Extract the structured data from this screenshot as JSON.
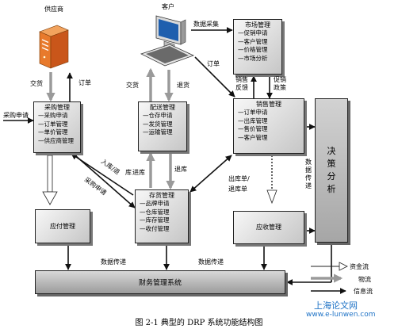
{
  "actors": {
    "supplier": "供应商",
    "customer": "客户"
  },
  "modules": {
    "purchase": {
      "title": "采购管理",
      "items": [
        "采购申请",
        "订单管理",
        "单价管理",
        "供应商管理"
      ]
    },
    "delivery": {
      "title": "配送管理",
      "items": [
        "仓存申请",
        "发货管理",
        "运输管理"
      ]
    },
    "market": {
      "title": "市场管理",
      "items": [
        "促销申请",
        "客户管理",
        "价格管理",
        "市场分析"
      ]
    },
    "sales": {
      "title": "销售管理",
      "items": [
        "订单申请",
        "出库管理",
        "售价管理",
        "客户管理"
      ]
    },
    "stock": {
      "title": "存货管理",
      "items": [
        "品牌申请",
        "仓库管理",
        "库存管理",
        "收付管理"
      ]
    },
    "payable": {
      "title": "应付管理"
    },
    "receivable": {
      "title": "应收管理"
    }
  },
  "finance_system": "财务管理系统",
  "decision": "决策分析",
  "labels": {
    "delivery_goods_1": "交货",
    "order_1": "订单",
    "purchase_request": "采购申请",
    "delivery_goods_2": "交货",
    "return_goods": "退货",
    "data_collection": "数据采集",
    "order_2": "订单",
    "sales_feedback": "销售\n反馈",
    "promotion_policy": "促销\n政策",
    "in_return_1": "入库/退",
    "in_return_2": "库",
    "purchase_request_diag": "采购申请",
    "stock_in": "进库",
    "stock_return": "退库",
    "out_return_1": "出库单/",
    "out_return_2": "退库单",
    "data_transfer_right": "数据传递",
    "data_transfer_bottom_1": "数据传递",
    "data_transfer_bottom_2": "数据传递"
  },
  "legend": {
    "capital_flow": "资金流",
    "material_flow": "物流",
    "info_flow": "信息流"
  },
  "caption": "图 2-1  典型的 DRP 系统功能结构图",
  "watermark": "上海论文网",
  "watermark_url": "www.e-lunwen.com",
  "colors": {
    "box_light": "#f7f7f7",
    "box_dark": "#c6c6c6",
    "material_flow_arrow": "#9a9a9a",
    "info_flow_arrow": "#111111",
    "server_orange": "#e87a2c",
    "watermark": "#1f73c6"
  },
  "icons": [
    "server-icon",
    "computer-icon"
  ]
}
